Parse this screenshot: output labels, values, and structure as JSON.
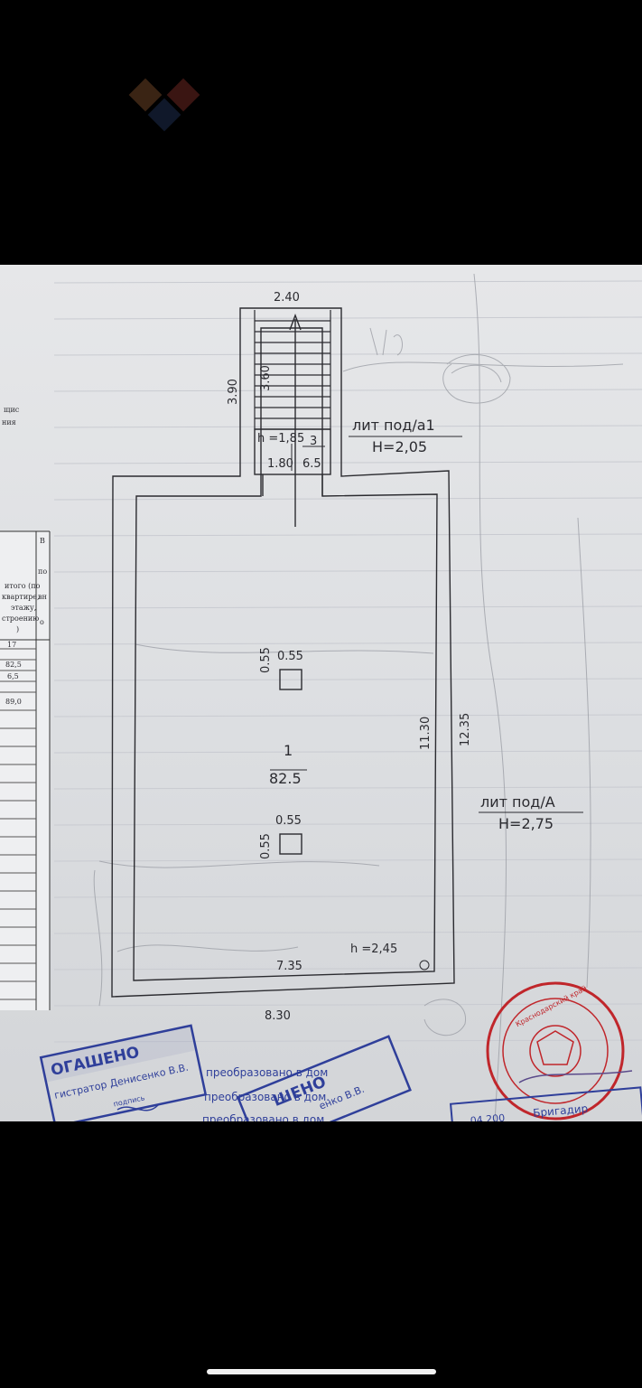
{
  "floor_plan": {
    "stair_width": "2.40",
    "stair_outer_length": "3.90",
    "stair_inner_length": "3.60",
    "small_room_height": "h =1,85",
    "small_room_width": "1.80",
    "small_room_number": "3",
    "small_room_area": "6.5",
    "annex_label": "лит под/а1",
    "annex_height": "H=2,05",
    "main_room_number": "1",
    "main_room_area": "82.5",
    "pillar1_width": "0.55",
    "pillar1_height": "0.55",
    "pillar2_width": "0.55",
    "pillar2_height": "0.55",
    "inner_length": "11.30",
    "outer_length": "12.35",
    "inner_width": "7.35",
    "outer_width": "8.30",
    "main_room_height": "h =2,45",
    "main_label": "лит под/А",
    "main_height": "H=2,75"
  },
  "left_table": {
    "header_top": "В",
    "header_lines": [
      "итого (по",
      "квартире,",
      "этажу,",
      "строению",
      ")"
    ],
    "header_side": [
      "по",
      "вн",
      "о"
    ],
    "values": [
      "17",
      "82,5",
      "6,5",
      "89,0"
    ],
    "fragment_text": [
      "щис",
      "ния"
    ]
  },
  "stamps": {
    "stamp1_title": "ОГАШЕНО",
    "stamp1_line": "гистратор Денисенко В.В.",
    "stamp1_sign": "подпись",
    "stamp2_title": "ШЕНО",
    "stamp2_line": "енко В.В.",
    "note1": "преобразовано в дом",
    "note2": "преобразовано в дом.",
    "note3": "преобразовано в дом",
    "round_seal": "Краснодарский край",
    "seal_line": "Бригадир",
    "seal_date": "04.200"
  },
  "colors": {
    "background": "#000000",
    "paper": "#dfe0e3",
    "ink": "#2b2b30",
    "stamp_blue": "#2f3f9a",
    "seal_red": "#c0262b"
  }
}
